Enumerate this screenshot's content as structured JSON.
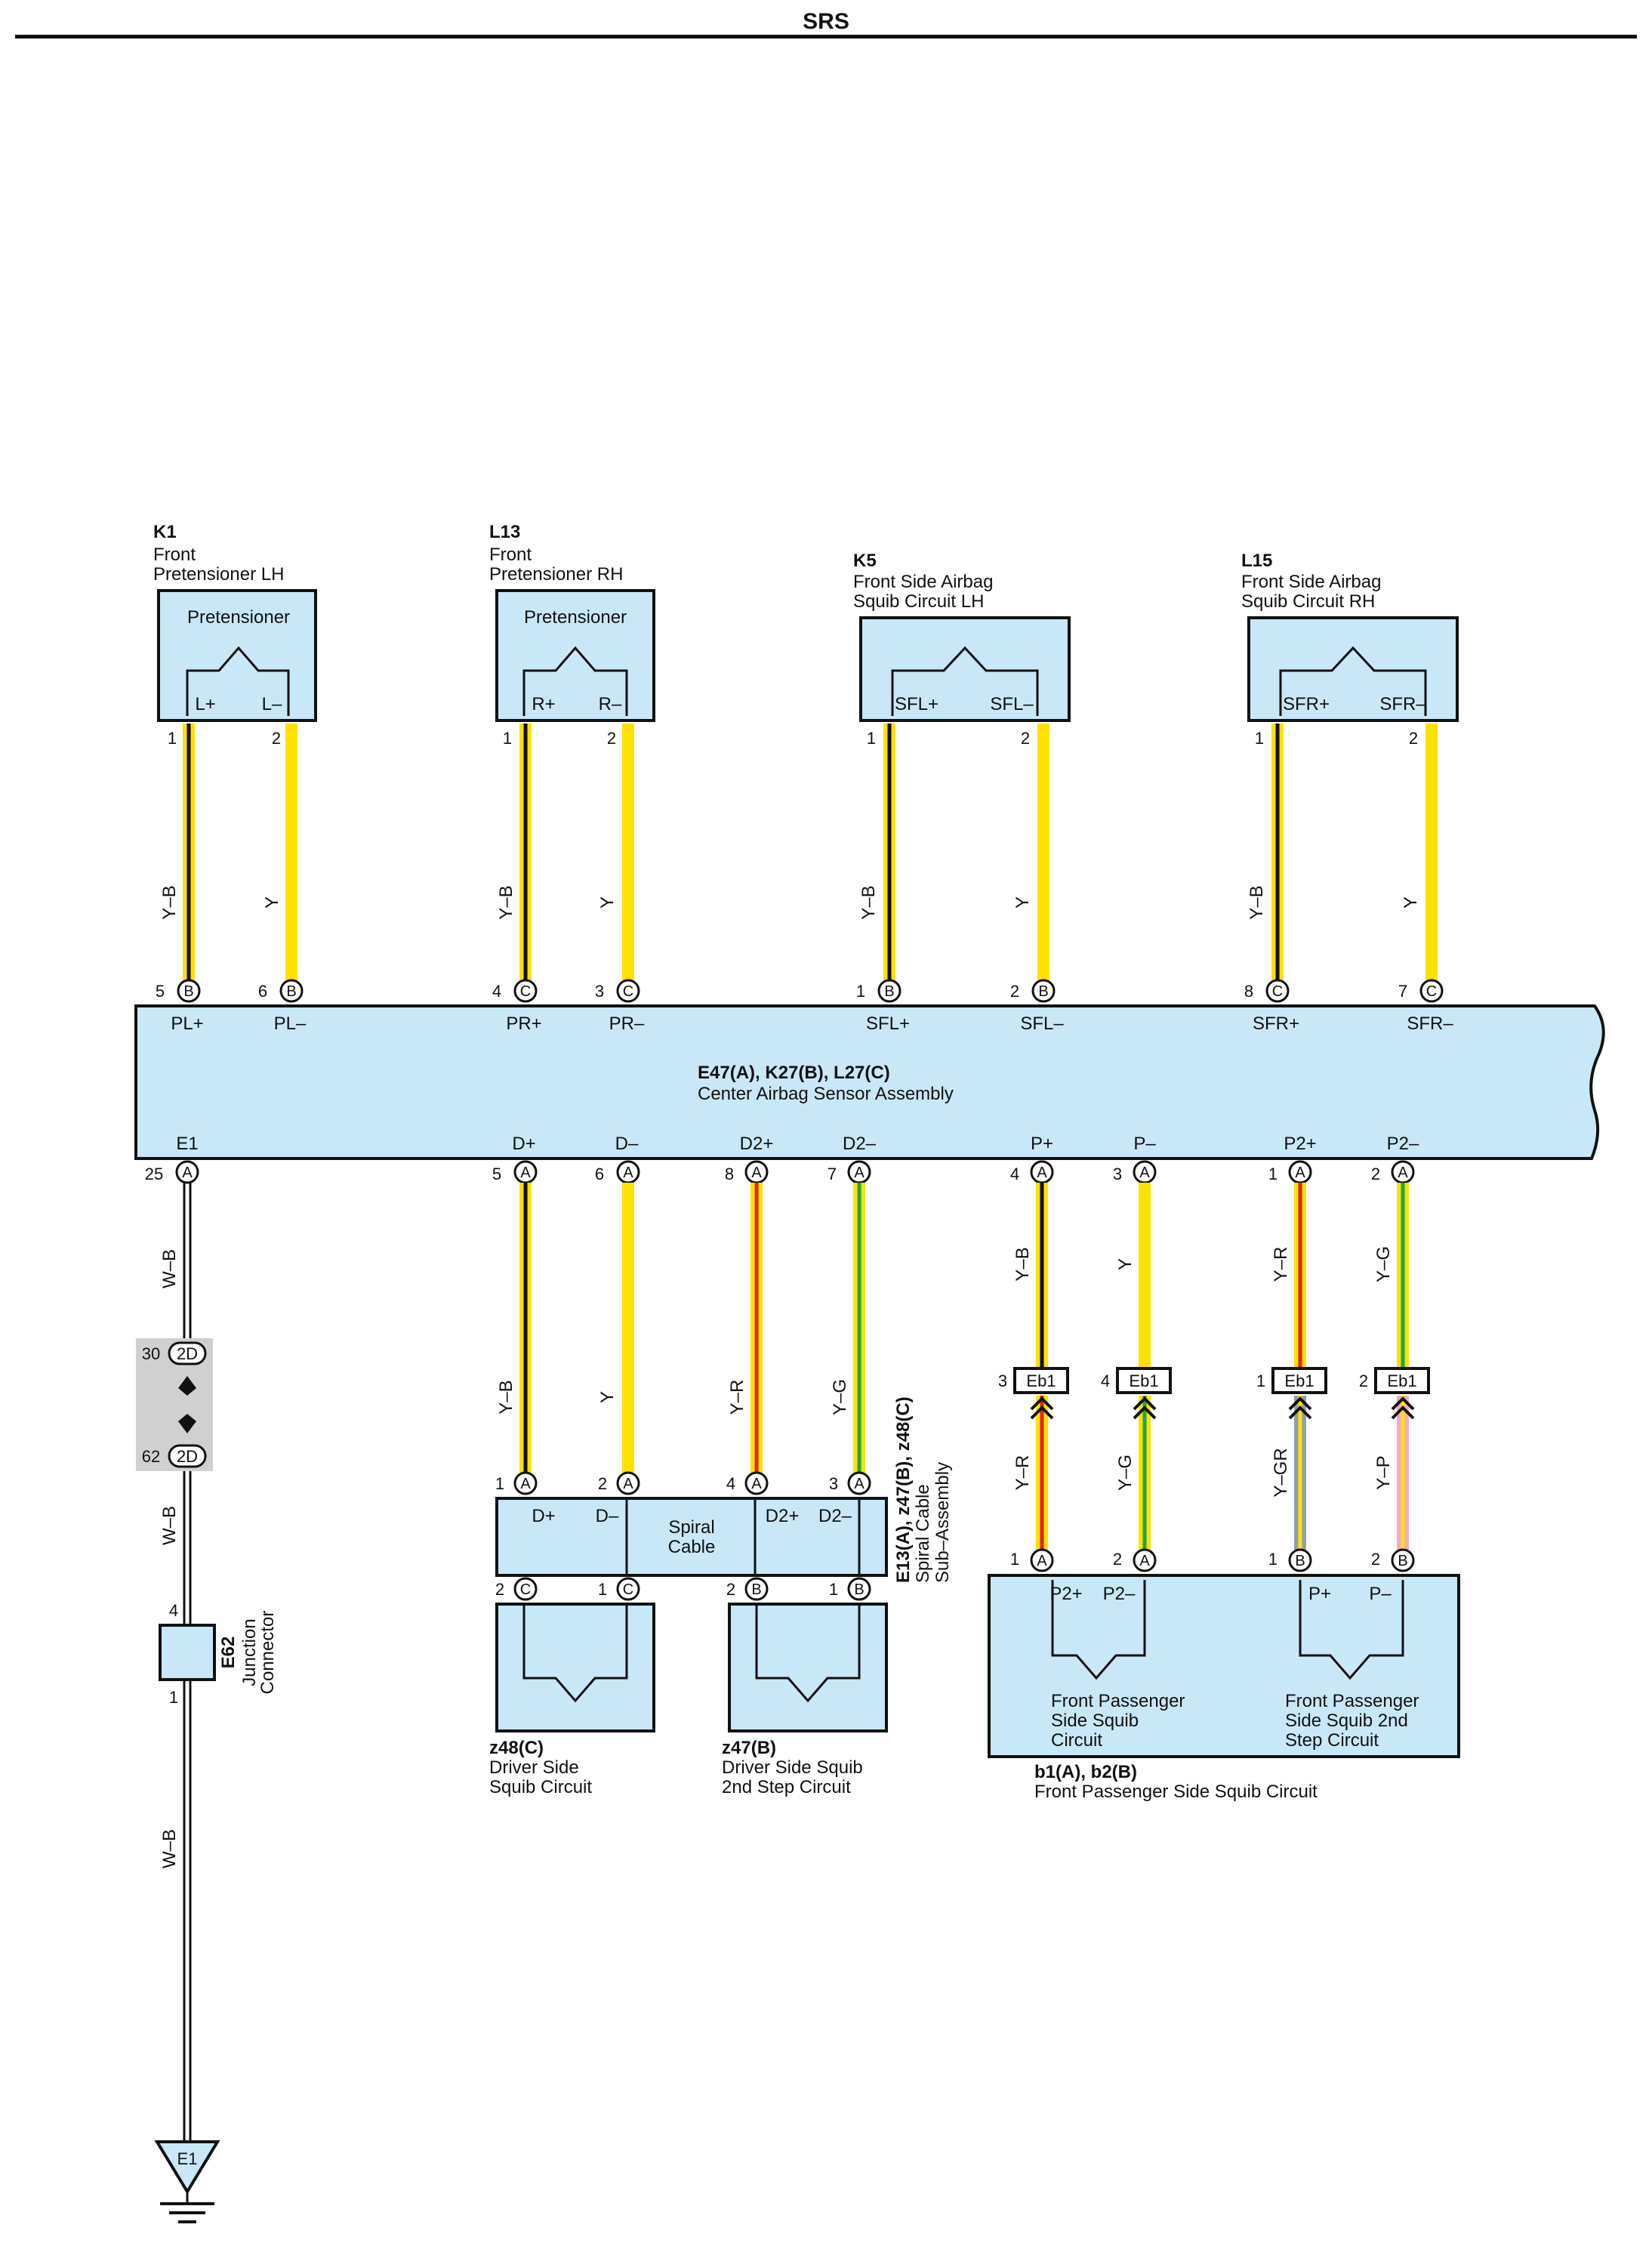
{
  "header": {
    "title": "SRS"
  },
  "ecu": {
    "code": "E47(A), K27(B), L27(C)",
    "name": "Center Airbag Sensor Assembly",
    "top_terminals": [
      "PL+",
      "PL–",
      "PR+",
      "PR–",
      "SFL+",
      "SFL–",
      "SFR+",
      "SFR–"
    ],
    "bottom_terminals": [
      "E1",
      "D+",
      "D–",
      "D2+",
      "D2–",
      "P+",
      "P–",
      "P2+",
      "P2–"
    ]
  },
  "components": {
    "k1": {
      "code": "K1",
      "line1": "Front",
      "line2": "Pretensioner LH",
      "inner": "Pretensioner",
      "pin_a": "L+",
      "pin_b": "L–"
    },
    "l13": {
      "code": "L13",
      "line1": "Front",
      "line2": "Pretensioner RH",
      "inner": "Pretensioner",
      "pin_a": "R+",
      "pin_b": "R–"
    },
    "k5": {
      "code": "K5",
      "line1": "Front Side Airbag",
      "line2": "Squib Circuit LH",
      "pin_a": "SFL+",
      "pin_b": "SFL–"
    },
    "l15": {
      "code": "L15",
      "line1": "Front Side Airbag",
      "line2": "Squib Circuit RH",
      "pin_a": "SFR+",
      "pin_b": "SFR–"
    },
    "spiral": {
      "code": "E13(A), z47(B), z48(C)",
      "line1": "Spiral Cable",
      "line2": "Sub–Assembly",
      "inner1": "Spiral",
      "inner2": "Cable",
      "pins": [
        "D+",
        "D–",
        "D2+",
        "D2–"
      ]
    },
    "z48": {
      "code": "z48(C)",
      "line1": "Driver Side",
      "line2": "Squib Circuit"
    },
    "z47": {
      "code": "z47(B)",
      "line1": "Driver Side Squib",
      "line2": "2nd Step Circuit"
    },
    "b1b2": {
      "code": "b1(A), b2(B)",
      "name": "Front Passenger Side Squib Circuit",
      "pins": [
        "P2+",
        "P2–",
        "P+",
        "P–"
      ],
      "left_lines": [
        "Front Passenger",
        "Side Squib",
        "Circuit"
      ],
      "right_lines": [
        "Front Passenger",
        "Side Squib 2nd",
        "Step Circuit"
      ]
    },
    "e62": {
      "code": "E62",
      "line1": "Junction",
      "line2": "Connector"
    },
    "ground": {
      "label": "E1"
    },
    "junction_2d": {
      "label": "2D",
      "pin_top": "30",
      "pin_bottom": "62"
    }
  },
  "connector": {
    "code": "Eb1"
  },
  "wire_colors": {
    "yb": "Y–B",
    "y": "Y",
    "yr": "Y–R",
    "yg": "Y–G",
    "ygr": "Y–GR",
    "yp": "Y–P",
    "wb": "W–B"
  },
  "pin_numbers": {
    "k1": [
      "1",
      "2"
    ],
    "l13": [
      "1",
      "2"
    ],
    "k5": [
      "1",
      "2"
    ],
    "l15": [
      "1",
      "2"
    ],
    "ecu_top": [
      "5",
      "6",
      "4",
      "3",
      "1",
      "2",
      "8",
      "7"
    ],
    "ecu_top_letters": [
      "B",
      "B",
      "C",
      "C",
      "B",
      "B",
      "C",
      "C"
    ],
    "ecu_bottom": [
      "25",
      "5",
      "6",
      "8",
      "7",
      "4",
      "3",
      "1",
      "2"
    ],
    "ecu_bottom_letters": [
      "A",
      "A",
      "A",
      "A",
      "A",
      "A",
      "A",
      "A",
      "A"
    ],
    "spiral_top": [
      "1",
      "2",
      "4",
      "3"
    ],
    "spiral_top_letters": [
      "A",
      "A",
      "A",
      "A"
    ],
    "spiral_bottom": [
      "2",
      "1",
      "2",
      "1"
    ],
    "spiral_bottom_letters": [
      "C",
      "C",
      "B",
      "B"
    ],
    "eb1": [
      "3",
      "4",
      "1",
      "2"
    ],
    "b1b2": [
      "1",
      "2",
      "1",
      "2"
    ],
    "b1b2_letters": [
      "A",
      "A",
      "B",
      "B"
    ],
    "e62": [
      "4",
      "1"
    ]
  },
  "colors": {
    "yellow": "#ffe100",
    "black": "#111111",
    "red": "#e2231a",
    "green": "#1aa64a",
    "gray": "#8f9fb0",
    "pink": "#f5a8c8",
    "component_fill": "#c8e8f8"
  }
}
